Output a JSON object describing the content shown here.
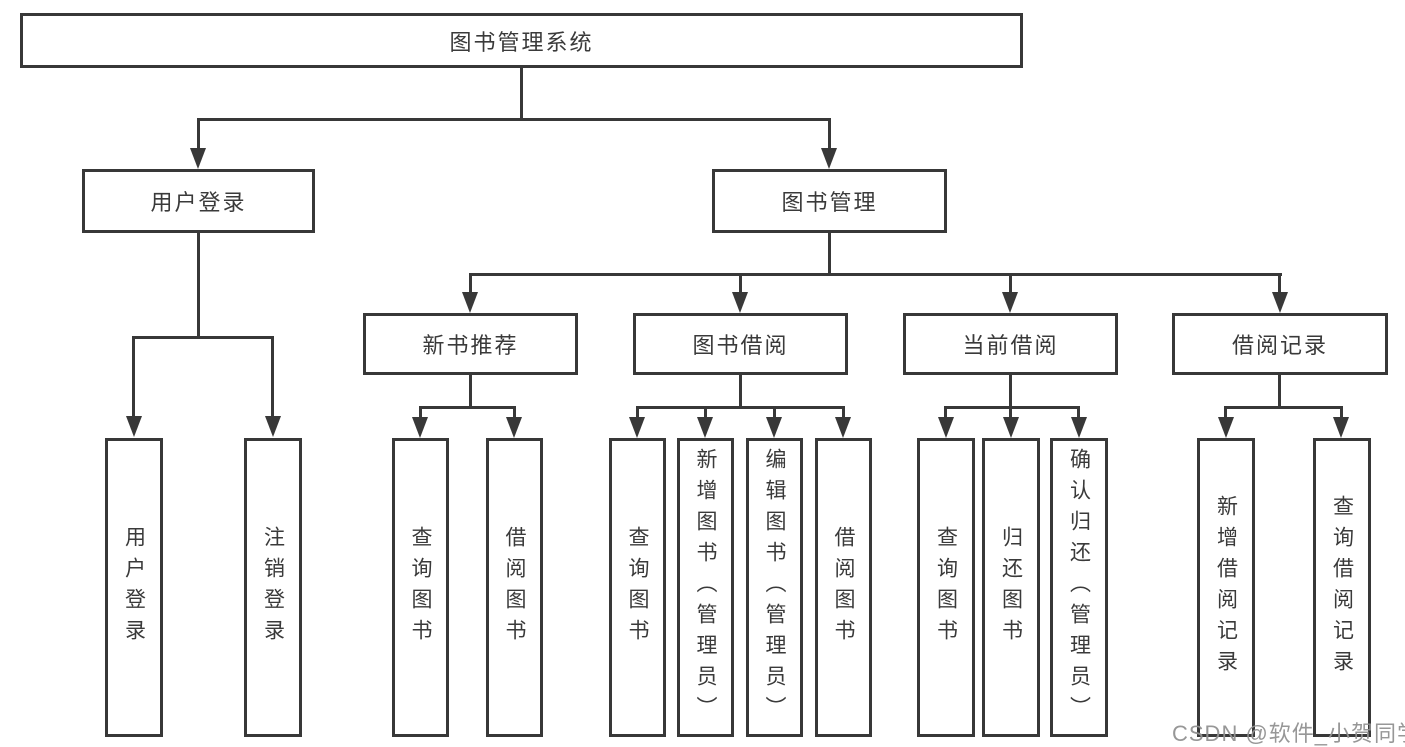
{
  "nodes": {
    "root": "图书管理系统",
    "level2": [
      "用户登录",
      "图书管理"
    ],
    "level3": [
      "新书推荐",
      "图书借阅",
      "当前借阅",
      "借阅记录"
    ],
    "login_children": [
      "用户登录",
      "注销登录"
    ],
    "newbook_children": [
      "查询图书",
      "借阅图书"
    ],
    "borrow_children": [
      "查询图书",
      "新增图书（管理员）",
      "编辑图书（管理员）",
      "借阅图书"
    ],
    "current_children": [
      "查询图书",
      "归还图书",
      "确认归还（管理员）"
    ],
    "record_children": [
      "新增借阅记录",
      "查询借阅记录"
    ]
  },
  "watermark": "CSDN @软件_小贺同学",
  "colors": {
    "line": "#383838",
    "text": "#3a3a3a",
    "background": "#ffffff",
    "watermark": "#919191"
  }
}
